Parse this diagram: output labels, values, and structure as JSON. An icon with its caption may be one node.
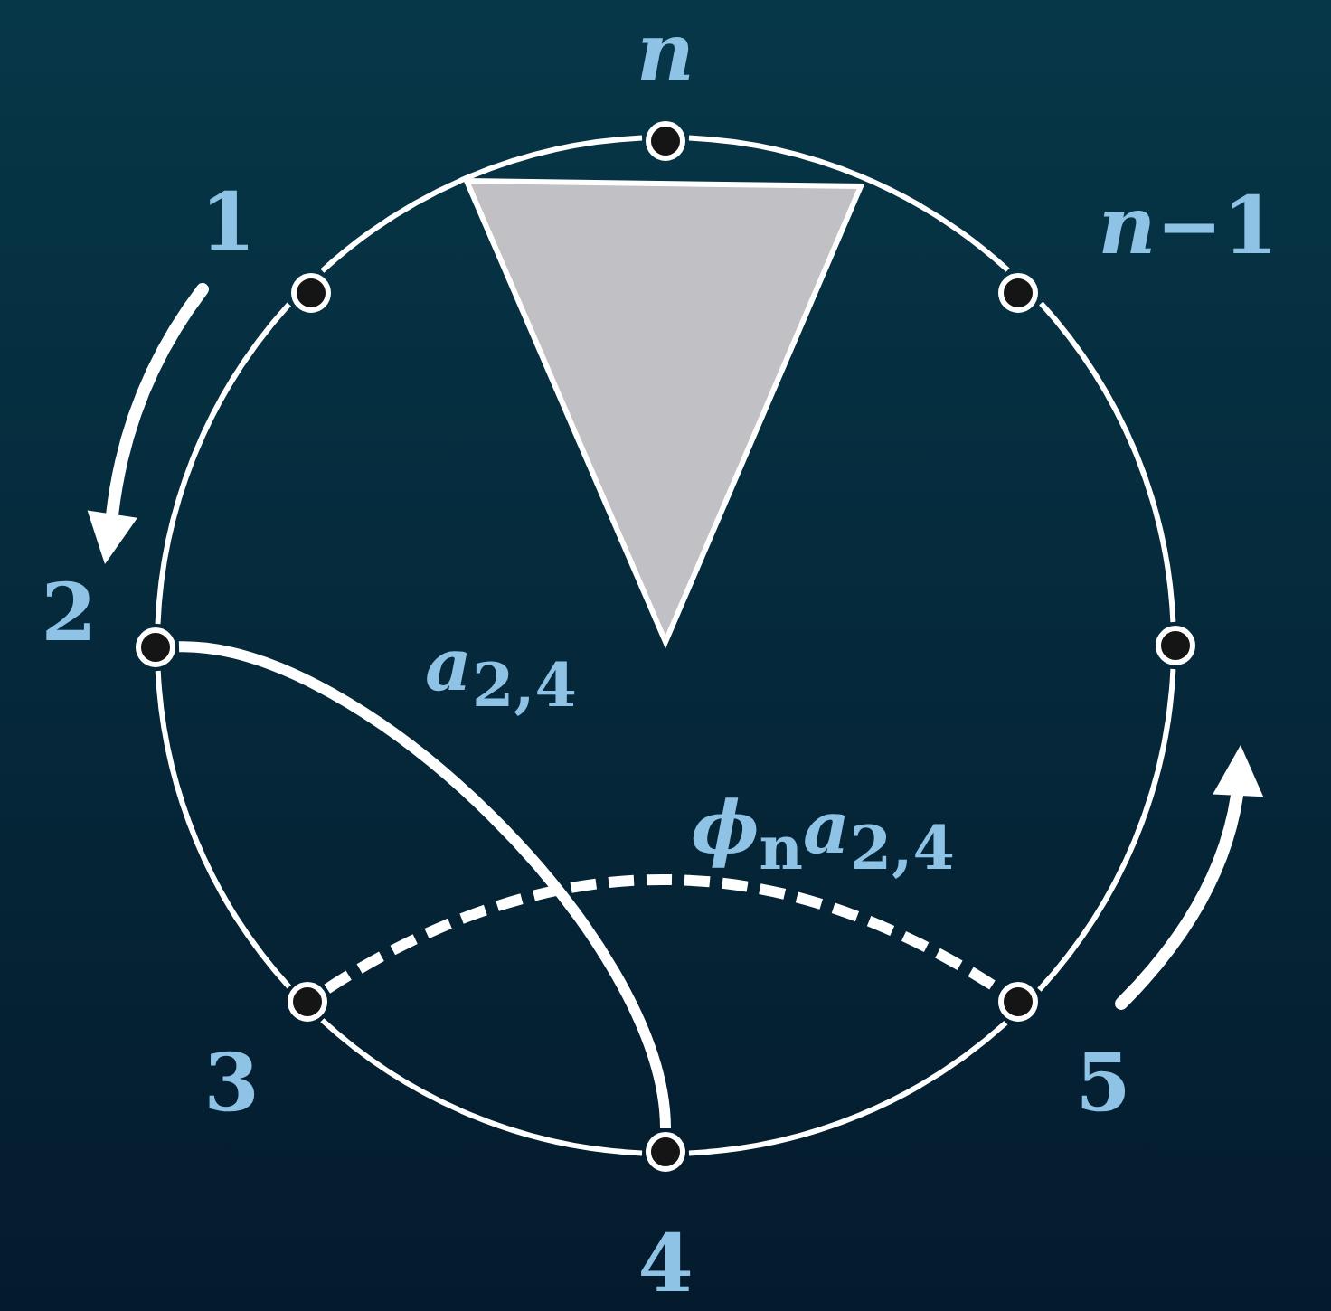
{
  "diagram": {
    "nodes": [
      {
        "text": [],
        "shape": "circle",
        "beside": [
          "n"
        ]
      },
      {
        "text": [],
        "shape": "circle",
        "beside": [
          "1"
        ]
      },
      {
        "text": [],
        "shape": "circle",
        "beside": [
          "*n*−1"
        ]
      },
      {
        "text": [],
        "shape": "circle",
        "beside": [
          "2"
        ]
      },
      {
        "text": [],
        "shape": "circle"
      },
      {
        "text": [],
        "shape": "circle",
        "beside": [
          "3"
        ]
      },
      {
        "text": [],
        "shape": "circle",
        "beside": [
          "5"
        ]
      },
      {
        "text": [],
        "shape": "circle",
        "beside": [
          "4"
        ]
      },
      {
        "text": [],
        "shape": "triangle"
      }
    ],
    "edges": [
      {
        "from": 0,
        "to": 2,
        "arrow": "none"
      },
      {
        "from": 2,
        "to": 4,
        "arrow": "none"
      },
      {
        "from": 4,
        "to": 6,
        "arrow": "none"
      },
      {
        "from": 6,
        "to": 7,
        "arrow": "none"
      },
      {
        "from": 7,
        "to": 5,
        "arrow": "none"
      },
      {
        "from": 5,
        "to": 3,
        "arrow": "none"
      },
      {
        "from": 3,
        "to": 1,
        "arrow": "none"
      },
      {
        "from": 1,
        "to": 0,
        "arrow": "none"
      },
      {
        "from": 3,
        "to": 7,
        "arrow": "none",
        "style": "thick",
        "label": "*a*$_{2,4}$"
      },
      {
        "from": 5,
        "to": 6,
        "arrow": "none",
        "style": "dashed",
        "label": "*ϕ*$_{n}$*a*$_{2,4}$"
      }
    ]
  }
}
